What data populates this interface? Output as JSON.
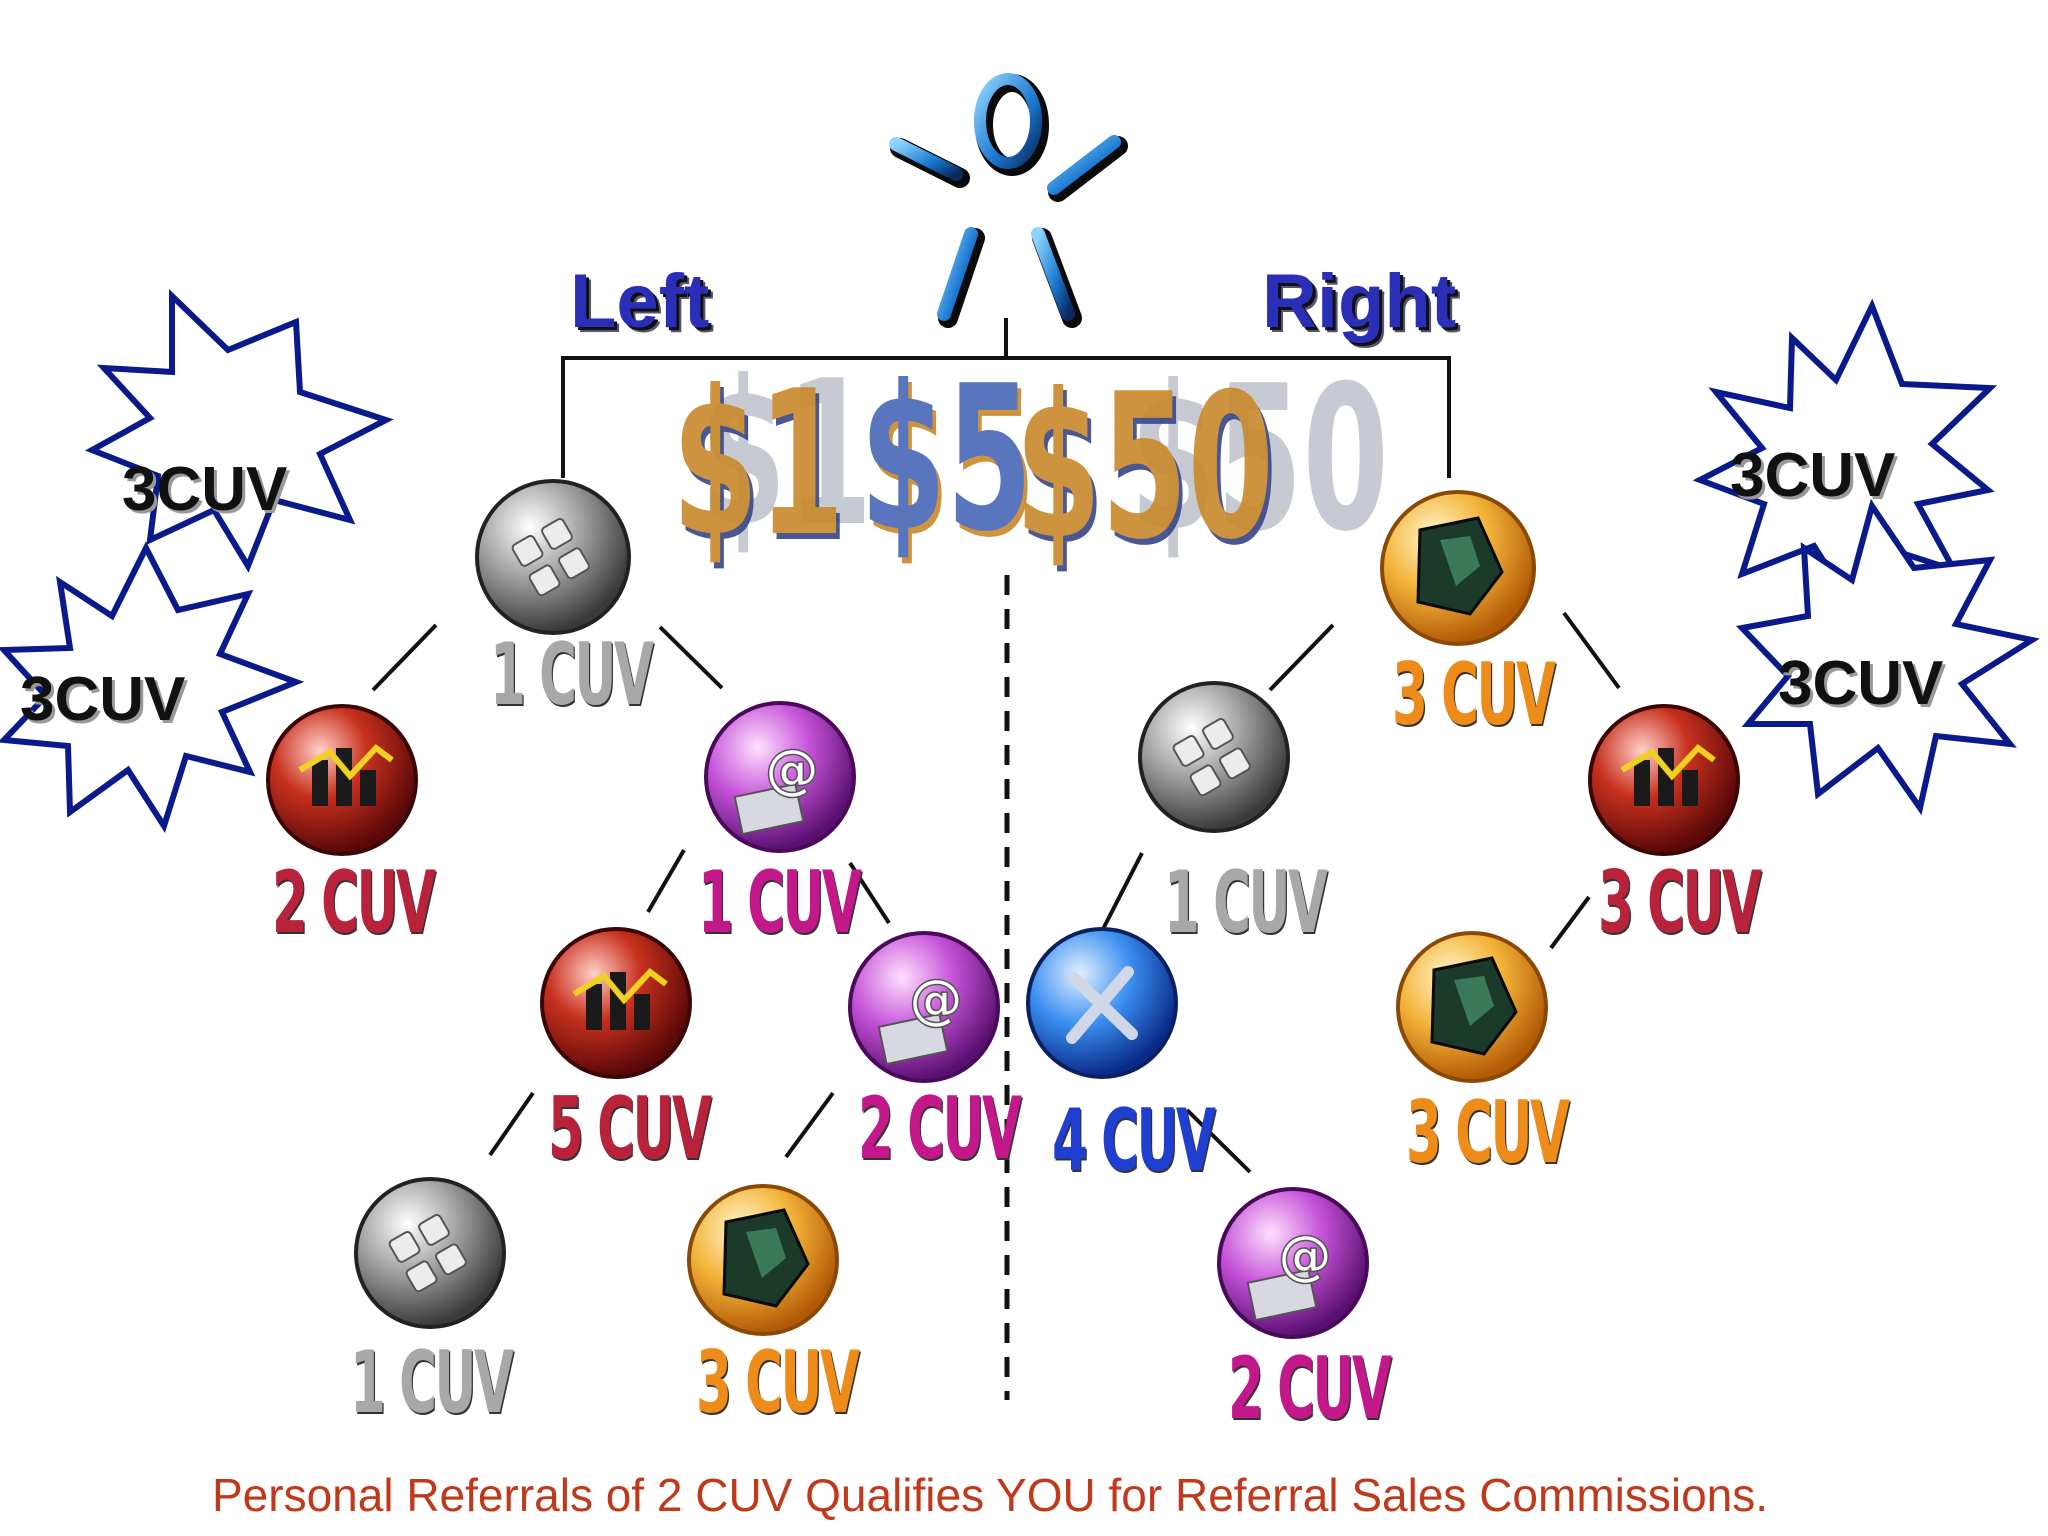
{
  "headings": {
    "left": "Left",
    "right": "Right"
  },
  "center_amounts": [
    "$1",
    "$5",
    "$50"
  ],
  "bursts": [
    "3CUV",
    "3CUV",
    "3CUV",
    "3CUV"
  ],
  "nodes": [
    {
      "id": "left-root",
      "cuv": "1 CUV",
      "icon": "grid-icon",
      "tone": "gray"
    },
    {
      "id": "right-root",
      "cuv": "3 CUV",
      "icon": "puzzle-icon",
      "tone": "gold"
    },
    {
      "id": "l1a",
      "cuv": "2 CUV",
      "icon": "chart-icon",
      "tone": "red"
    },
    {
      "id": "l1b",
      "cuv": "1 CUV",
      "icon": "email-icon",
      "tone": "magenta"
    },
    {
      "id": "l2a",
      "cuv": "5 CUV",
      "icon": "chart-icon",
      "tone": "red"
    },
    {
      "id": "l2b",
      "cuv": "2 CUV",
      "icon": "email-icon",
      "tone": "magenta"
    },
    {
      "id": "l3a",
      "cuv": "1 CUV",
      "icon": "grid-icon",
      "tone": "gray"
    },
    {
      "id": "l3b",
      "cuv": "3 CUV",
      "icon": "puzzle-icon",
      "tone": "gold"
    },
    {
      "id": "r1a",
      "cuv": "1 CUV",
      "icon": "grid-icon",
      "tone": "gray"
    },
    {
      "id": "r1b",
      "cuv": "3 CUV",
      "icon": "chart-icon",
      "tone": "red"
    },
    {
      "id": "r2a",
      "cuv": "4 CUV",
      "icon": "tools-icon",
      "tone": "blue"
    },
    {
      "id": "r2b",
      "cuv": "3 CUV",
      "icon": "puzzle-icon",
      "tone": "gold"
    },
    {
      "id": "r3a",
      "cuv": "2 CUV",
      "icon": "email-icon",
      "tone": "magenta"
    }
  ],
  "colors": {
    "gray": "#9a9a9a",
    "gold": "#e88a1a",
    "red": "#b8223a",
    "magenta": "#c2188a",
    "blue": "#1f3fd0",
    "heading": "#2b2fb8",
    "burst": "#0a1a8a",
    "footer": "#c0391b"
  },
  "footer": "Personal Referrals of 2 CUV Qualifies YOU for Referral Sales Commissions."
}
